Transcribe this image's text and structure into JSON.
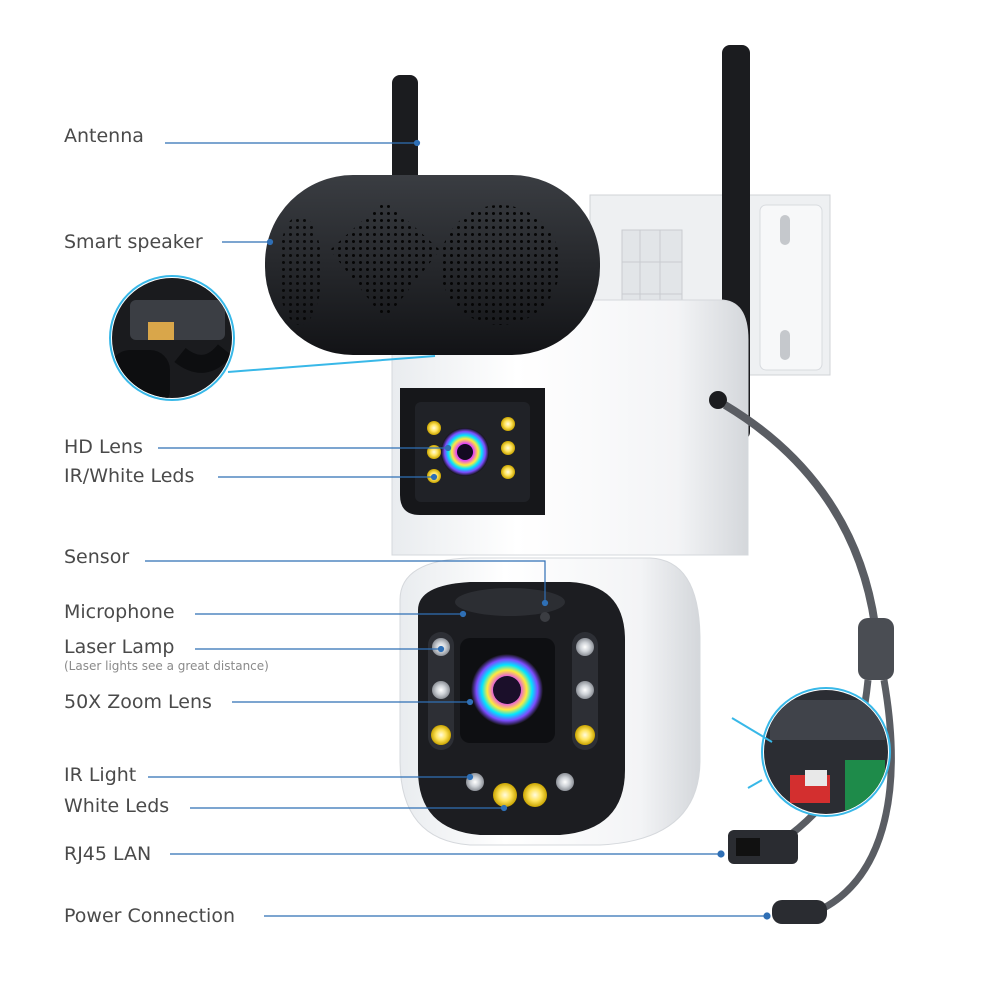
{
  "colors": {
    "leader": "#2f6fb5",
    "accent": "#38b8e8",
    "text": "#4a4a4a",
    "subtext": "#8a8a8a"
  },
  "callouts": [
    {
      "id": "antenna",
      "text": "Antenna"
    },
    {
      "id": "speaker",
      "text": "Smart speaker"
    },
    {
      "id": "hd-lens",
      "text": "HD Lens"
    },
    {
      "id": "ir-white",
      "text": "IR/White Leds"
    },
    {
      "id": "sensor",
      "text": "Sensor"
    },
    {
      "id": "microphone",
      "text": "Microphone"
    },
    {
      "id": "laser",
      "text": "Laser Lamp",
      "note": "(Laser lights see a great distance)"
    },
    {
      "id": "zoom",
      "text": "50X Zoom Lens"
    },
    {
      "id": "ir-light",
      "text": "IR Light"
    },
    {
      "id": "white-leds",
      "text": "White Leds"
    },
    {
      "id": "rj45",
      "text": "RJ45 LAN"
    },
    {
      "id": "power",
      "text": "Power Connection"
    }
  ],
  "icons": [
    "sd-card-slot-icon",
    "sd-card-inserted-icon"
  ]
}
